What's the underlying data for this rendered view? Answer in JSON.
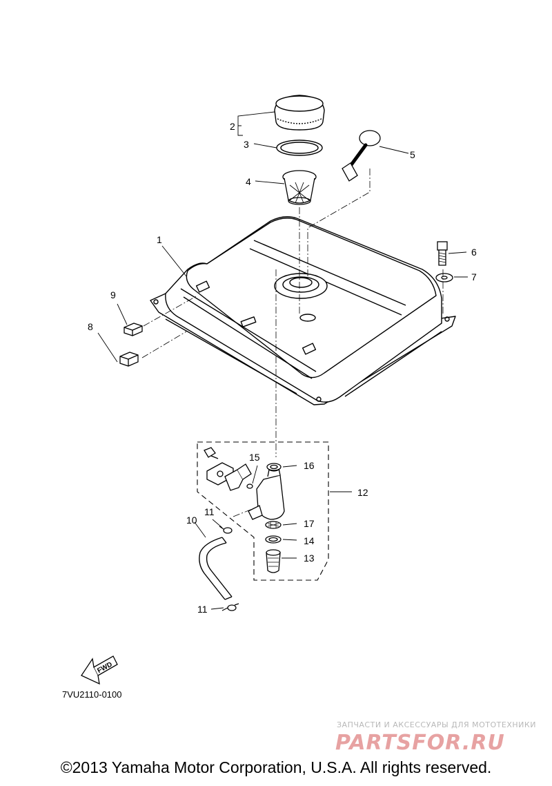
{
  "diagram": {
    "callouts": {
      "c1": "1",
      "c2": "2",
      "c3": "3",
      "c4": "4",
      "c5": "5",
      "c6": "6",
      "c7": "7",
      "c8": "8",
      "c9": "9",
      "c10": "10",
      "c11a": "11",
      "c11b": "11",
      "c12": "12",
      "c13": "13",
      "c14": "14",
      "c15": "15",
      "c16": "16",
      "c17": "17"
    },
    "fwd_label": "FWD",
    "drawing_code": "7VU2110-0100"
  },
  "watermark": {
    "tagline": "ЗАПЧАСТИ И АКСЕССУАРЫ ДЛЯ МОТОТЕХНИКИ",
    "logo_text": "PARTSFOR.RU"
  },
  "footer": {
    "copyright": "©2013 Yamaha Motor Corporation, U.S.A. All rights reserved."
  }
}
